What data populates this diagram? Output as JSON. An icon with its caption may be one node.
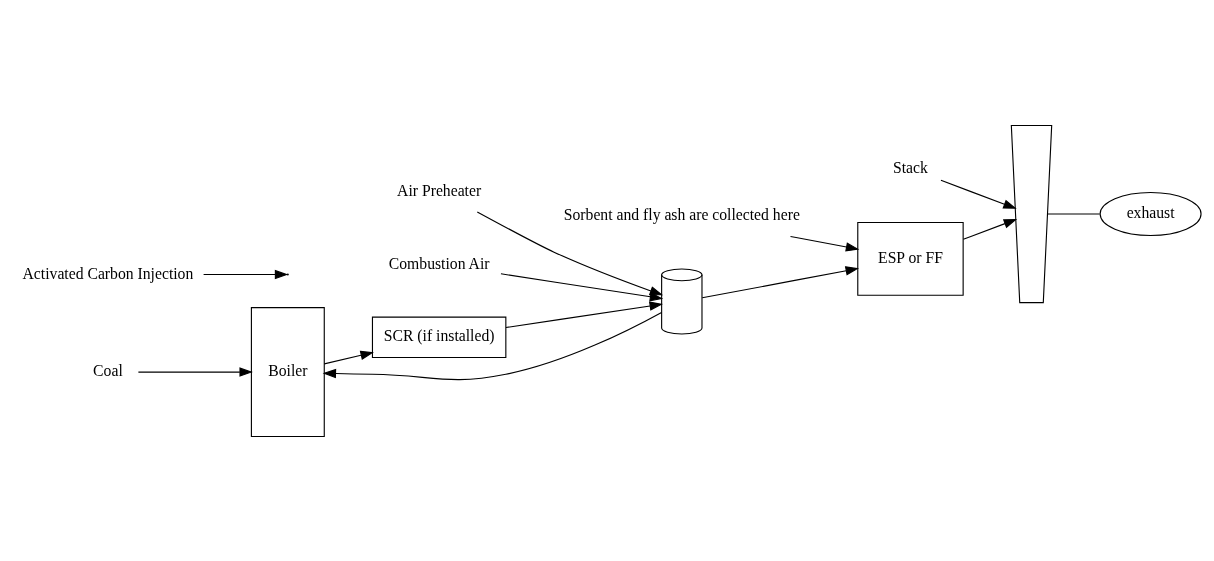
{
  "diagram": {
    "nodes": [
      {
        "text": [
          "Boiler"
        ]
      },
      {
        "text": [
          "SCR (if installed)"
        ]
      },
      {
        "text": [
          "Air Preheater"
        ]
      },
      {
        "text": [],
        "shape": "cylinder"
      },
      {
        "text": [
          "Activated Carbon Injection"
        ]
      },
      {
        "text": [
          "ESP or FF"
        ]
      },
      {
        "text": [
          "Stack"
        ]
      },
      {
        "text": [],
        "shape": "trapezoid"
      },
      {
        "text": [
          "exhaust"
        ]
      },
      {
        "text": [
          "Coal"
        ]
      },
      {
        "text": [
          "Combustion Air"
        ]
      },
      {
        "text": [
          "Sorbent and fly ash are collected here"
        ]
      }
    ],
    "edges": [
      {
        "from": 0,
        "to": 1,
        "arrow": "to"
      },
      {
        "from": 1,
        "to": 3,
        "arrow": "to"
      },
      {
        "from": 3,
        "to": 0,
        "arrow": "to"
      },
      {
        "from": 3,
        "to": 5,
        "arrow": "to"
      },
      {
        "from": 2,
        "to": 3,
        "arrow": "to"
      },
      {
        "from": 4,
        "to": null,
        "arrow": "to"
      },
      {
        "from": 5,
        "to": 7,
        "arrow": "to"
      },
      {
        "from": 6,
        "to": 7,
        "arrow": "to"
      },
      {
        "from": 9,
        "to": 0,
        "arrow": "to"
      },
      {
        "from": 10,
        "to": 3,
        "arrow": "to"
      },
      {
        "from": 11,
        "to": 5,
        "arrow": "to"
      },
      {
        "from": 7,
        "to": 8,
        "arrow": "none"
      }
    ]
  }
}
